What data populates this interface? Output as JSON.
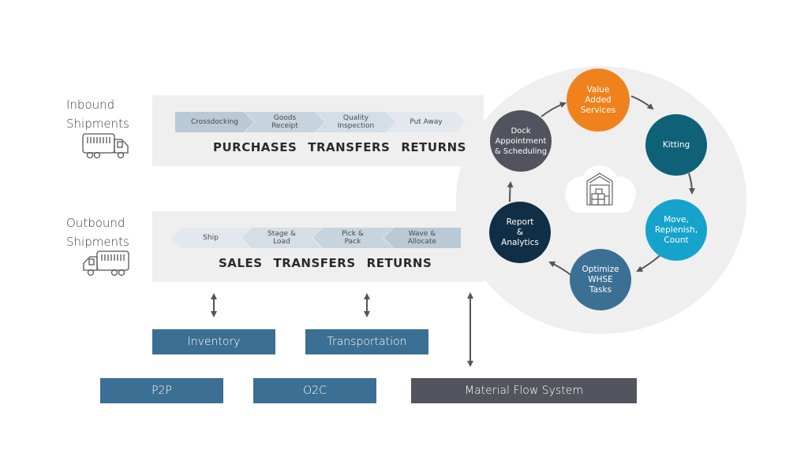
{
  "inbound": {
    "label_line1": "Inbound",
    "label_line2": "Shipments",
    "steps": [
      {
        "line1": "Crossdocking",
        "line2": ""
      },
      {
        "line1": "Goods",
        "line2": "Receipt"
      },
      {
        "line1": "Quality",
        "line2": "Inspection"
      },
      {
        "line1": "Put Away",
        "line2": ""
      }
    ],
    "categories": [
      "PURCHASES",
      "TRANSFERS",
      "RETURNS"
    ]
  },
  "outbound": {
    "label_line1": "Outbound",
    "label_line2": "Shipments",
    "steps": [
      {
        "line1": "Ship",
        "line2": ""
      },
      {
        "line1": "Stage &",
        "line2": "Load"
      },
      {
        "line1": "Pick &",
        "line2": "Pack"
      },
      {
        "line1": "Wave &",
        "line2": "Allocate"
      }
    ],
    "categories": [
      "SALES",
      "TRANSFERS",
      "RETURNS"
    ]
  },
  "cycle": {
    "nodes": [
      {
        "id": "value-added-services",
        "lines": [
          "Value",
          "Added",
          "Services"
        ],
        "color": "#f0821e"
      },
      {
        "id": "kitting",
        "lines": [
          "Kitting"
        ],
        "color": "#0f6178"
      },
      {
        "id": "move-replenish-count",
        "lines": [
          "Move,",
          "Replenish,",
          "Count"
        ],
        "color": "#16a3cb"
      },
      {
        "id": "optimize-whse-tasks",
        "lines": [
          "Optimize",
          "WHSE",
          "Tasks"
        ],
        "color": "#3b6f93"
      },
      {
        "id": "report-analytics",
        "lines": [
          "Report",
          "&",
          "Analytics"
        ],
        "color": "#102f47"
      },
      {
        "id": "dock-appointment",
        "lines": [
          "Dock",
          "Appointment",
          "& Scheduling"
        ],
        "color": "#53535f"
      }
    ],
    "center_icon": "warehouse-cloud-icon"
  },
  "systems": {
    "inventory": "Inventory",
    "transportation": "Transportation",
    "p2p": "P2P",
    "o2c": "O2C",
    "material_flow": "Material Flow System"
  },
  "colors": {
    "blue_box": "#3b6f93",
    "dark_box": "#54545e",
    "band": "#efefef",
    "chevron_shades": [
      "#b9cad6",
      "#c7d4de",
      "#d4dee6",
      "#e2e8ed"
    ]
  }
}
